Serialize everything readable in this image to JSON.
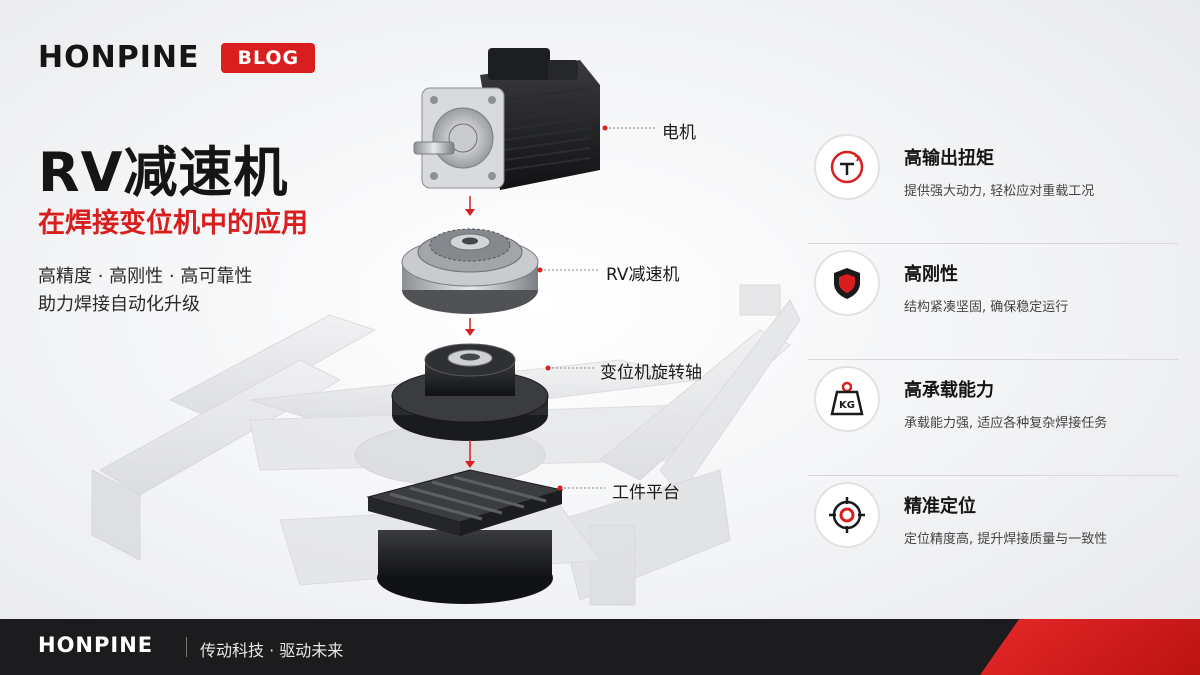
{
  "brand": {
    "name": "HONPINE",
    "badge": "BLOG",
    "accent_color": "#d81e1e"
  },
  "headline": {
    "title": "RV减速机",
    "subtitle": "在焊接变位机中的应用",
    "tagline_1": "高精度 · 高刚性 · 高可靠性",
    "tagline_2": "助力焊接自动化升级"
  },
  "components": [
    {
      "label": "电机"
    },
    {
      "label": "RV减速机"
    },
    {
      "label": "变位机旋转轴"
    },
    {
      "label": "工件平台"
    }
  ],
  "features": [
    {
      "icon": "torque-icon",
      "title": "高输出扭矩",
      "desc": "提供强大动力, 轻松应对重载工况"
    },
    {
      "icon": "shield-icon",
      "title": "高刚性",
      "desc": "结构紧凑坚固, 确保稳定运行"
    },
    {
      "icon": "weight-icon",
      "icon_text": "KG",
      "title": "高承载能力",
      "desc": "承载能力强, 适应各种复杂焊接任务"
    },
    {
      "icon": "target-icon",
      "title": "精准定位",
      "desc": "定位精度高, 提升焊接质量与一致性"
    }
  ],
  "footer": {
    "brand": "HONPINE",
    "slogan": "传动科技 · 驱动未来"
  }
}
